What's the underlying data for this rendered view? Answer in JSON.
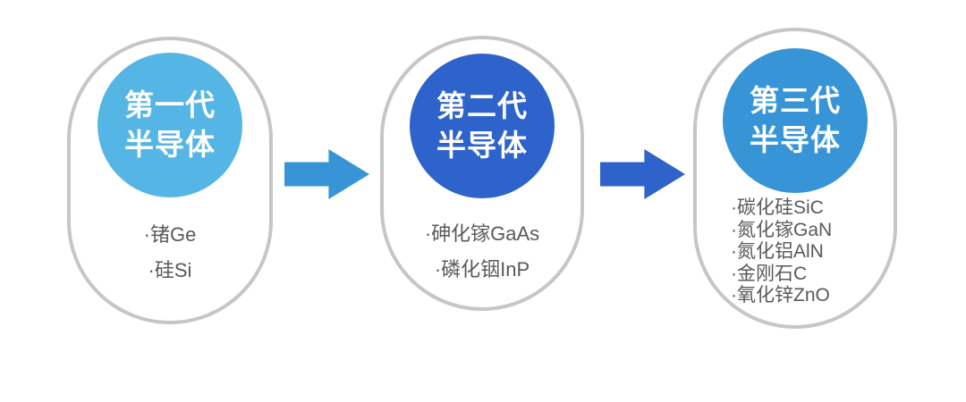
{
  "diagram": {
    "background": "#ffffff",
    "pill_border_color": "#c6c6c8",
    "item_text_color": "#58595b",
    "circle_text_color": "#ffffff"
  },
  "generations": [
    {
      "title_line1": "第一代",
      "title_line2": "半导体",
      "circle_color": "#55b5e5",
      "items": [
        "·锗Ge",
        "·硅Si"
      ]
    },
    {
      "title_line1": "第二代",
      "title_line2": "半导体",
      "circle_color": "#2e63cb",
      "items": [
        "·砷化镓GaAs",
        "·磷化铟InP"
      ]
    },
    {
      "title_line1": "第三代",
      "title_line2": "半导体",
      "circle_color": "#3794d6",
      "items": [
        "·碳化硅SiC",
        "·氮化镓GaN",
        "·氮化铝AlN",
        "·金刚石C",
        "·氧化锌ZnO"
      ]
    }
  ],
  "arrows": [
    {
      "direction": "right",
      "color": "#3794d6"
    },
    {
      "direction": "right",
      "color": "#2e63cb"
    }
  ]
}
